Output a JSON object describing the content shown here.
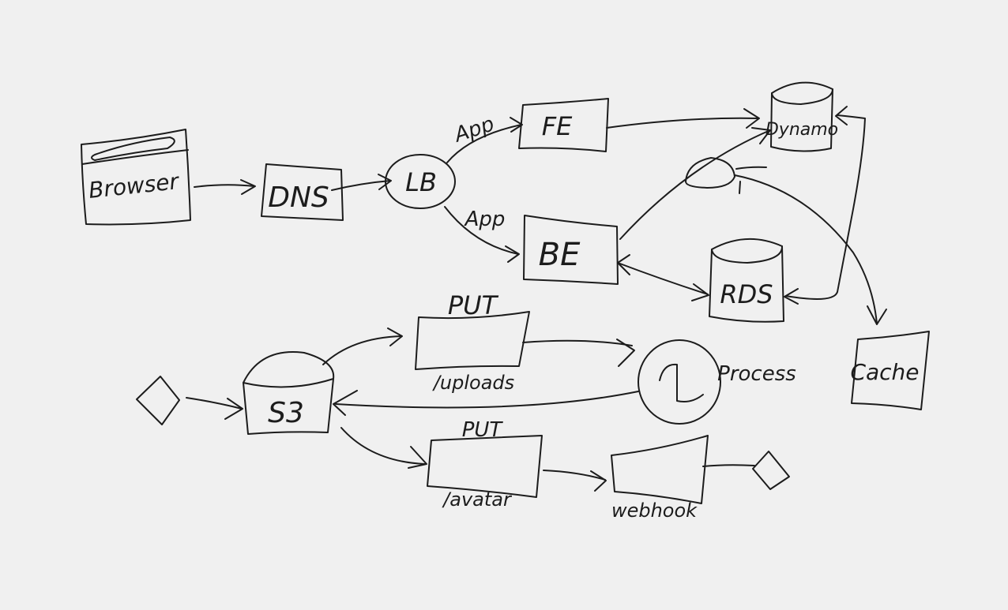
{
  "diagram": {
    "background": "#f0f0f0",
    "ink_color": "#1c1c1c",
    "nodes": {
      "browser": "Browser",
      "dns": "DNS",
      "lb": "LB",
      "fe": "FE",
      "be": "BE",
      "dynamo": "Dynamo",
      "rds": "RDS",
      "cache": "Cache",
      "s3": "S3",
      "uploads": "/uploads",
      "process": "Process",
      "avatar": "/avatar",
      "webhook": "webhook"
    },
    "edge_labels": {
      "lb_fe": "App",
      "lb_be": "App",
      "to_uploads": "PUT",
      "to_avatar": "PUT"
    }
  }
}
